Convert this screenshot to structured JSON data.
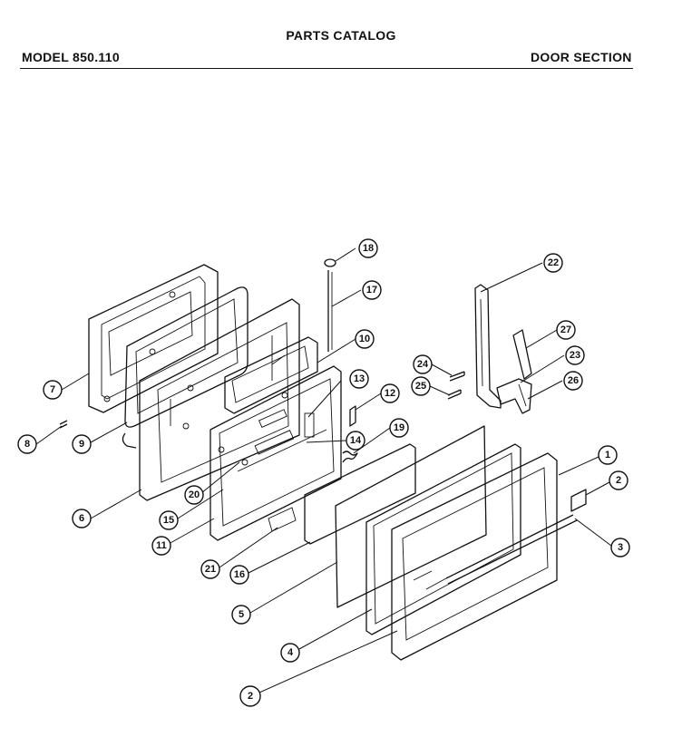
{
  "header": {
    "title": "PARTS CATALOG",
    "model": "MODEL 850.110",
    "section": "DOOR SECTION"
  },
  "callouts": [
    "1",
    "2",
    "3",
    "4",
    "5",
    "6",
    "7",
    "8",
    "9",
    "10",
    "11",
    "12",
    "13",
    "14",
    "15",
    "16",
    "17",
    "18",
    "19",
    "20",
    "21",
    "22",
    "23",
    "24",
    "25",
    "26",
    "27",
    "2"
  ]
}
